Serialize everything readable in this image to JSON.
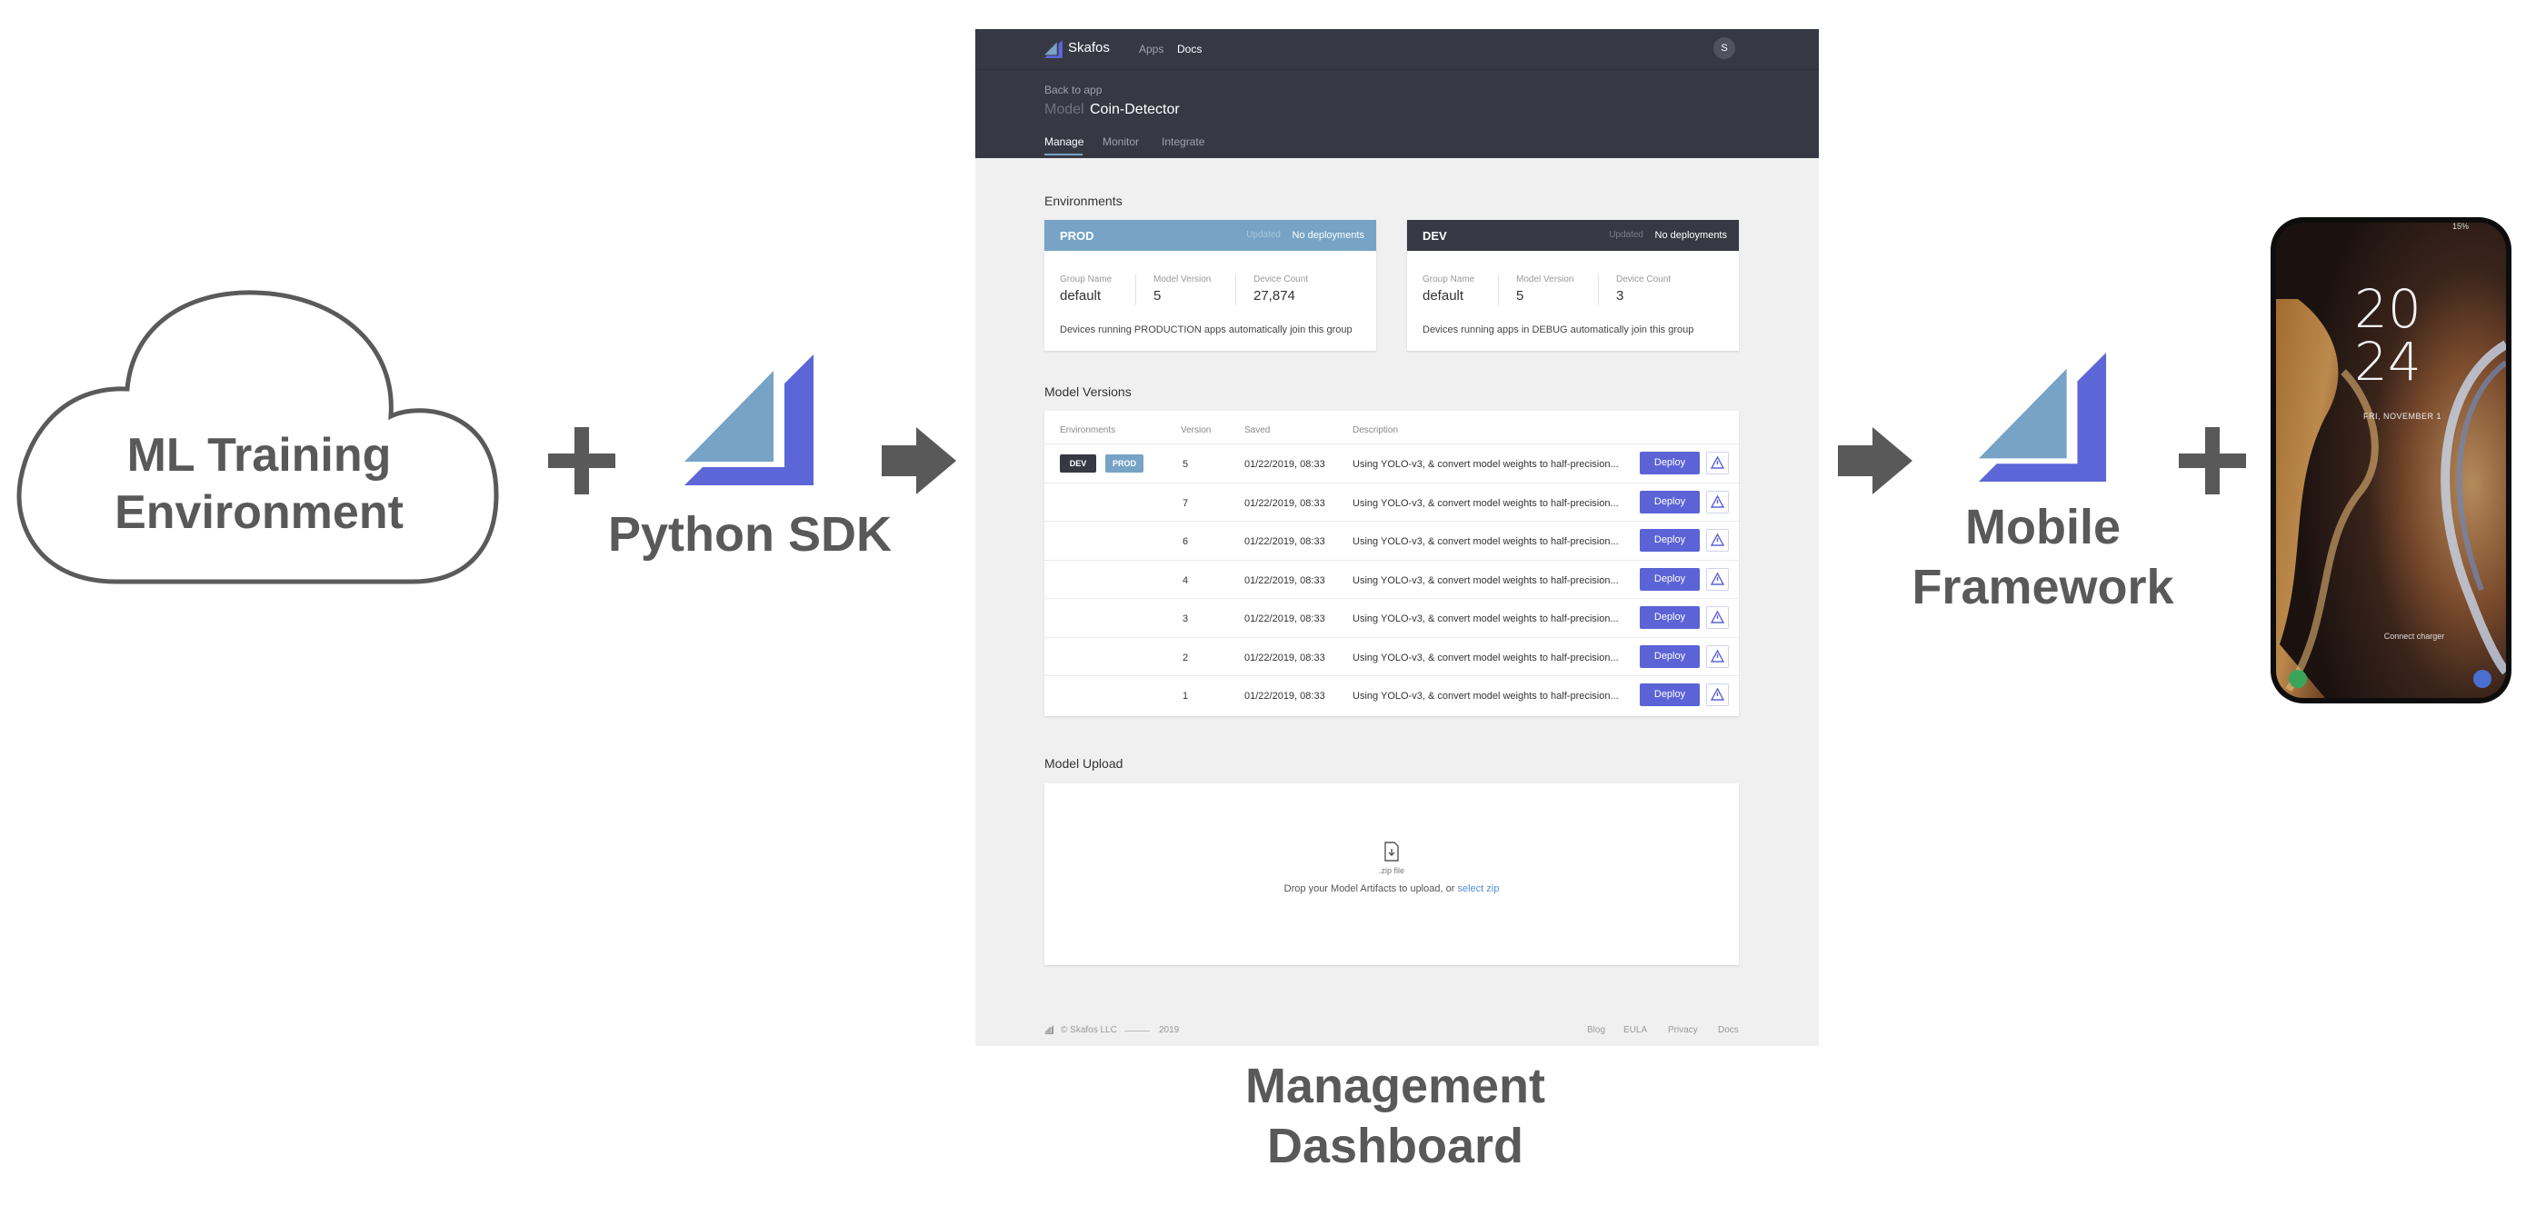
{
  "labels": {
    "ml_training_line1": "ML Training",
    "ml_training_line2": "Environment",
    "python_sdk": "Python SDK",
    "mobile_line1": "Mobile",
    "mobile_line2": "Framework",
    "management_line1": "Management",
    "management_line2": "Dashboard"
  },
  "colors": {
    "arrow": "#595959",
    "logo_light": "#76a3c6",
    "logo_dark": "#5c66d6",
    "header_bg": "#363944",
    "prod": "#76a3c6",
    "dev": "#363944",
    "accent": "#5b63d6"
  },
  "dashboard": {
    "brand": "Skafos",
    "nav": [
      "Apps",
      "Docs"
    ],
    "avatar": "S",
    "back_link": "Back to app",
    "model_prefix": "Model",
    "model_name": "Coin-Detector",
    "tabs": [
      "Manage",
      "Monitor",
      "Integrate"
    ],
    "environments_title": "Environments",
    "environments": [
      {
        "name": "PROD",
        "updated_label": "Updated",
        "status": "No deployments",
        "group_name_label": "Group Name",
        "group_name": "default",
        "model_version_label": "Model Version",
        "model_version": "5",
        "device_count_label": "Device Count",
        "device_count": "27,874",
        "note": "Devices running PRODUCTION apps automatically join this group"
      },
      {
        "name": "DEV",
        "updated_label": "Updated",
        "status": "No deployments",
        "group_name_label": "Group Name",
        "group_name": "default",
        "model_version_label": "Model Version",
        "model_version": "5",
        "device_count_label": "Device Count",
        "device_count": "3",
        "note": "Devices running apps in DEBUG automatically join this group"
      }
    ],
    "versions_title": "Model Versions",
    "versions_columns": [
      "Environments",
      "Version",
      "Saved",
      "Description"
    ],
    "versions": [
      {
        "envs": [
          "DEV",
          "PROD"
        ],
        "version": "5",
        "saved": "01/22/2019, 08:33",
        "description": "Using YOLO-v3, & convert model weights to half-precision..."
      },
      {
        "envs": [],
        "version": "7",
        "saved": "01/22/2019, 08:33",
        "description": "Using YOLO-v3, & convert model weights to half-precision..."
      },
      {
        "envs": [],
        "version": "6",
        "saved": "01/22/2019, 08:33",
        "description": "Using YOLO-v3, & convert model weights to half-precision..."
      },
      {
        "envs": [],
        "version": "4",
        "saved": "01/22/2019, 08:33",
        "description": "Using YOLO-v3, & convert model weights to half-precision..."
      },
      {
        "envs": [],
        "version": "3",
        "saved": "01/22/2019, 08:33",
        "description": "Using YOLO-v3, & convert model weights to half-precision..."
      },
      {
        "envs": [],
        "version": "2",
        "saved": "01/22/2019, 08:33",
        "description": "Using YOLO-v3, & convert model weights to half-precision..."
      },
      {
        "envs": [],
        "version": "1",
        "saved": "01/22/2019, 08:33",
        "description": "Using YOLO-v3, & convert model weights to half-precision..."
      }
    ],
    "deploy_label": "Deploy",
    "upload_title": "Model Upload",
    "upload_file_label": ".zip file",
    "upload_text": "Drop your Model Artifacts to upload, or",
    "upload_link": "select zip",
    "footer_copyright": "© Skafos LLC",
    "footer_year": "2019",
    "footer_links": [
      "Blog",
      "EULA",
      "Privacy",
      "Docs"
    ]
  },
  "phone": {
    "hour": "20",
    "minute": "24",
    "date": "FRI, NOVEMBER 1",
    "status_battery": "15%",
    "charge_note": "Connect charger"
  }
}
